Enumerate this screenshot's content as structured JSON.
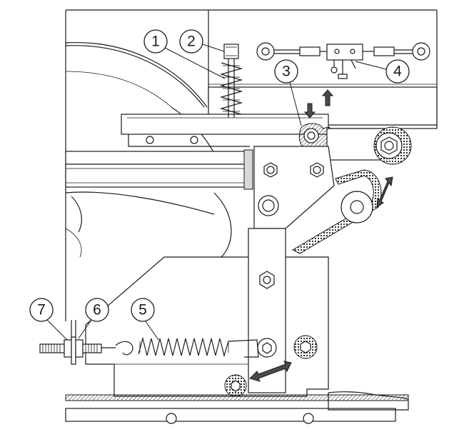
{
  "callouts": [
    {
      "id": "1",
      "label": "1"
    },
    {
      "id": "2",
      "label": "2"
    },
    {
      "id": "3",
      "label": "3"
    },
    {
      "id": "4",
      "label": "4"
    },
    {
      "id": "5",
      "label": "5"
    },
    {
      "id": "6",
      "label": "6"
    },
    {
      "id": "7",
      "label": "7"
    }
  ],
  "colors": {
    "line": "#1a1a1a",
    "background": "#ffffff",
    "shade": "#d9d9d9",
    "arrow_fill": "#4a4a4a"
  }
}
